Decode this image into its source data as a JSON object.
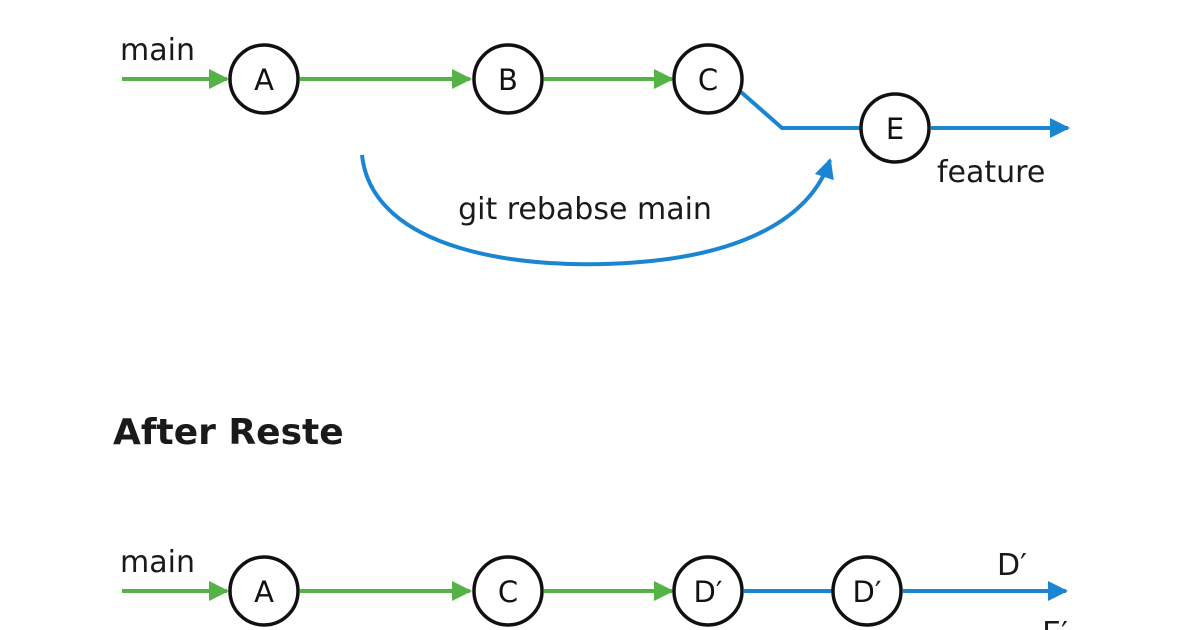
{
  "colors": {
    "main_line": "#55b247",
    "feature_line": "#1a86d2",
    "node_stroke": "#111111",
    "text": "#1a1a1a"
  },
  "before": {
    "branch_label": "main",
    "commits": [
      "A",
      "B",
      "C",
      "E"
    ],
    "feature_label": "feature",
    "command": "git rebabse main"
  },
  "after": {
    "heading": "After Reste",
    "branch_label": "main",
    "commits": [
      "A",
      "C",
      "D′",
      "D′"
    ],
    "tip_label": "D′",
    "cutoff_label": "E′"
  }
}
